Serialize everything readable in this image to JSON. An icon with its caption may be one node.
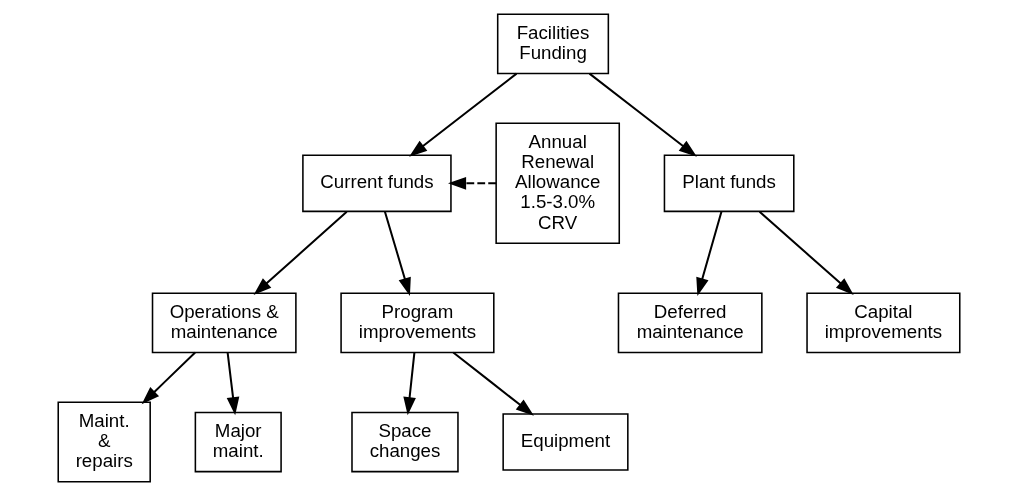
{
  "diagram": {
    "nodes": [
      {
        "text": [
          "Facilities Funding"
        ]
      },
      {
        "text": [
          "Annual Renewal Allowance 1.5-3.0% CRV"
        ]
      },
      {
        "text": [
          "Current funds"
        ]
      },
      {
        "text": [
          "Plant funds"
        ]
      },
      {
        "text": [
          "Operations & maintenance"
        ]
      },
      {
        "text": [
          "Program improvements"
        ]
      },
      {
        "text": [
          "Deferred maintenance"
        ]
      },
      {
        "text": [
          "Capital improvements"
        ]
      },
      {
        "text": [
          "Maint. & repairs"
        ]
      },
      {
        "text": [
          "Major maint."
        ]
      },
      {
        "text": [
          "Space changes"
        ]
      },
      {
        "text": [
          "Equipment"
        ]
      }
    ],
    "edges": [
      {
        "from": 0,
        "to": 2,
        "arrow": "to"
      },
      {
        "from": 0,
        "to": 3,
        "arrow": "to"
      },
      {
        "from": 1,
        "to": 2,
        "arrow": "to",
        "style": "dashed"
      },
      {
        "from": 2,
        "to": 4,
        "arrow": "to"
      },
      {
        "from": 2,
        "to": 5,
        "arrow": "to"
      },
      {
        "from": 3,
        "to": 6,
        "arrow": "to"
      },
      {
        "from": 3,
        "to": 7,
        "arrow": "to"
      },
      {
        "from": 4,
        "to": 8,
        "arrow": "to"
      },
      {
        "from": 4,
        "to": 9,
        "arrow": "to"
      },
      {
        "from": 5,
        "to": 10,
        "arrow": "to"
      },
      {
        "from": 5,
        "to": 11,
        "arrow": "to"
      }
    ]
  }
}
